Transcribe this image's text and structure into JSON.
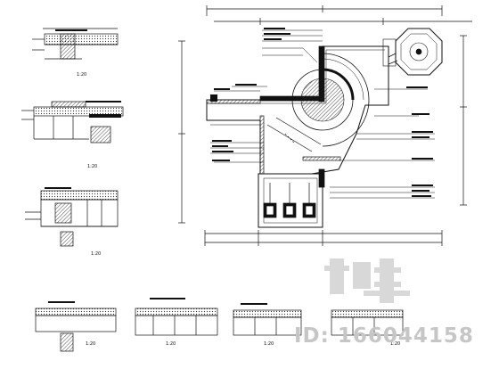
{
  "captions": {
    "section_a": "1:20",
    "section_b": "1:20",
    "section_c": "1:20",
    "section_d": "1:20",
    "section_e": "1:20",
    "section_f": "1:20",
    "section_g": "1:20"
  },
  "watermark": {
    "logo_text": "知末",
    "id_text": "ID: 166044158"
  },
  "colors": {
    "line": "#111111",
    "hatch": "#333333",
    "watermark": "#c6c6c6"
  }
}
